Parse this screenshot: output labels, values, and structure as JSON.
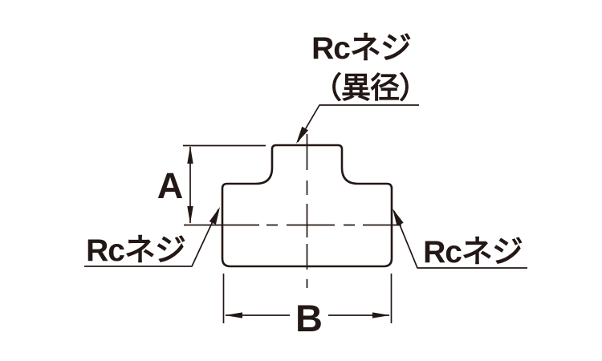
{
  "diagram": {
    "kind": "pipe-fitting-technical-drawing",
    "colors": {
      "line": "#231815",
      "background": "#ffffff"
    }
  },
  "labels": {
    "top_thread": "Rcネジ",
    "top_thread_note": "（異径）",
    "left_thread": "Rcネジ",
    "right_thread": "Rcネジ",
    "dim_a": "A",
    "dim_b": "B"
  }
}
